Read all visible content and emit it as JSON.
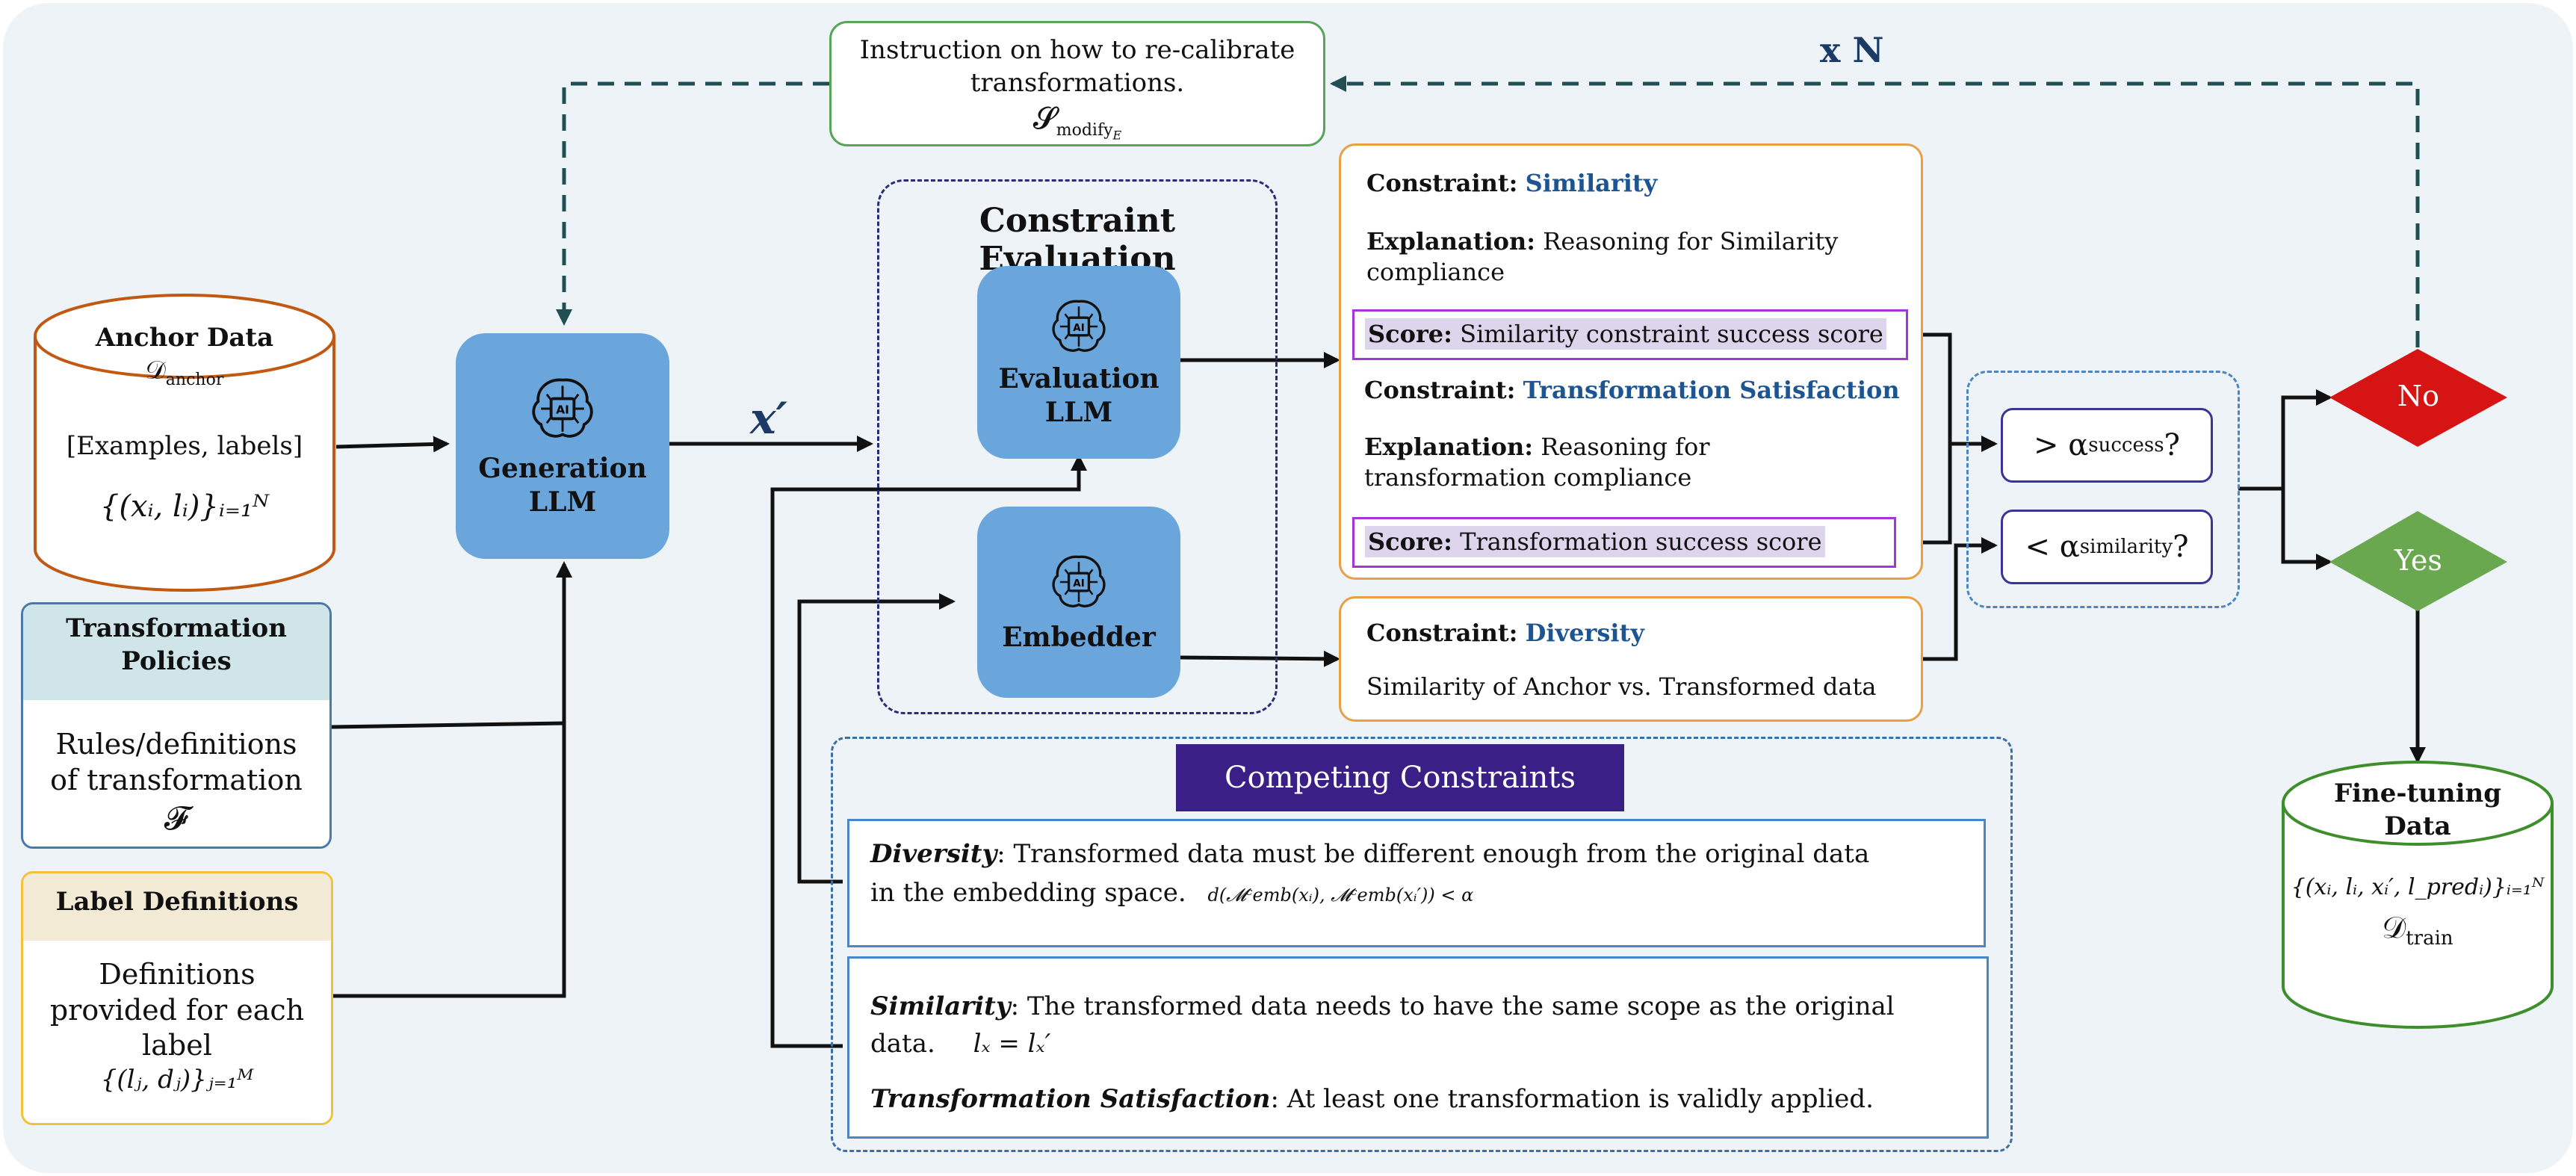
{
  "loop_label": "x N",
  "xprime_label": "x′",
  "instruction": {
    "line1": "Instruction on how to re-calibrate",
    "line2": "transformations.",
    "symbol": "𝓢",
    "symbol_sub": "modify",
    "symbol_subsub": "E"
  },
  "anchor": {
    "title": "Anchor Data",
    "symbol": "𝒟",
    "symbol_sub": "anchor",
    "items": "[Examples, labels]",
    "formula": "{(xᵢ, lᵢ)}ᵢ₌₁ᴺ"
  },
  "policies": {
    "title_line1": "Transformation",
    "title_line2": "Policies",
    "body_line1": "Rules/definitions",
    "body_line2": "of transformation",
    "symbol": "𝓕"
  },
  "label_defs": {
    "title": "Label Definitions",
    "body_line1": "Definitions",
    "body_line2": "provided for each",
    "body_line3": "label",
    "formula": "{(lⱼ, dⱼ)}ⱼ₌₁ᴹ"
  },
  "generation_llm": {
    "line1": "Generation",
    "line2": "LLM"
  },
  "constraint_eval": {
    "title": "Constraint Evaluation",
    "eval_llm_line1": "Evaluation",
    "eval_llm_line2": "LLM",
    "embedder": "Embedder",
    "ai_chip": "AI"
  },
  "similarity_card": {
    "c1_prefix": "Constraint:",
    "c1_name": "Similarity",
    "e1_prefix": "Explanation:",
    "e1_text_line1": "Reasoning for Similarity",
    "e1_text_line2": "compliance",
    "s1_prefix": "Score:",
    "s1_text": "Similarity constraint success score",
    "c2_prefix": "Constraint:",
    "c2_name": "Transformation Satisfaction",
    "e2_prefix": "Explanation:",
    "e2_text_line1": "Reasoning for",
    "e2_text_line2": "transformation compliance",
    "s2_prefix": "Score:",
    "s2_text": "Transformation success score"
  },
  "diversity_card": {
    "prefix": "Constraint:",
    "name": "Diversity",
    "text": "Similarity of Anchor vs. Transformed data"
  },
  "thresholds": {
    "success": "> α",
    "success_sub": "success",
    "similarity": "< α",
    "similarity_sub": "similarity",
    "q": "?"
  },
  "decision": {
    "no": "No",
    "yes": "Yes"
  },
  "finetune": {
    "title_line1": "Fine-tuning",
    "title_line2": "Data",
    "formula": "{(xᵢ, lᵢ, xᵢ′, l_predᵢ)}ᵢ₌₁ᴺ",
    "symbol": "𝒟",
    "symbol_sub": "train"
  },
  "competing": {
    "banner": "Competing Constraints",
    "div_label": "Diversity",
    "div_text_line1": ": Transformed data must be different enough from the original data",
    "div_text_line2": "in the embedding space.",
    "div_formula": "d(𝓜ᶜemb(xᵢ), 𝓜ᶜemb(xᵢ′)) < α",
    "sim_label": "Similarity",
    "sim_text_line1": ": The transformed data needs to have the same scope as the original",
    "sim_text_line2": "data.",
    "sim_formula": "lₓ = lₓ′",
    "ts_label": "Transformation Satisfaction",
    "ts_text": ": At least one transformation is validly applied."
  },
  "colors": {
    "panel_bg": "#eef3f8",
    "llm_blue": "#6aa6dc",
    "orange": "#e8a044",
    "purple": "#a336d6",
    "navy": "#2b2a7a",
    "banner": "#3a1f86",
    "no_red": "#d71414",
    "yes_green": "#6aa84f",
    "dash_teal": "#1f5a5a",
    "title_blue": "#1c5592"
  }
}
